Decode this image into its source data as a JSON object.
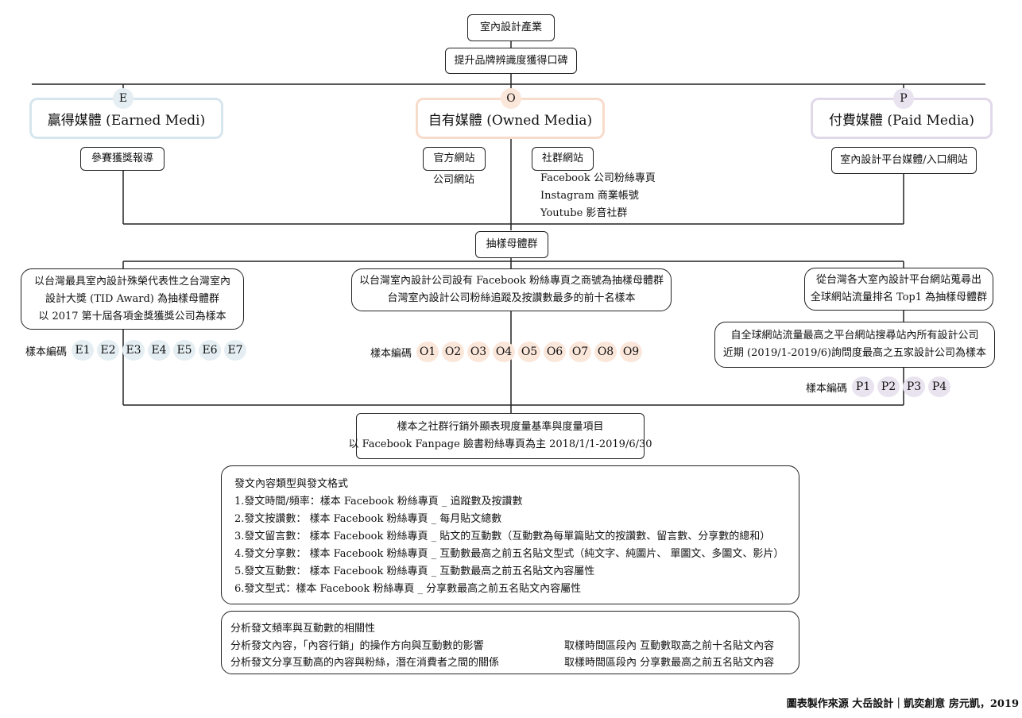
{
  "top": {
    "industry": "室內設計產業",
    "goal": "提升品牌辨識度獲得口碑"
  },
  "media": [
    {
      "letter": "E",
      "label": "贏得媒體  (Earned Medi)",
      "color": "#d6e6ee",
      "letter_bg": "#e4eef3"
    },
    {
      "letter": "O",
      "label": "自有媒體  (Owned Media)",
      "color": "#f8dccb",
      "letter_bg": "#fbe6da"
    },
    {
      "letter": "P",
      "label": "付費媒體  (Paid Media)",
      "color": "#e1d9ea",
      "letter_bg": "#e9e3ef"
    }
  ],
  "channels": {
    "earned": "參賽獲獎報導",
    "owned_site": "官方網站",
    "owned_site_sub": "公司網站",
    "owned_social": "社群網站",
    "owned_social_items": [
      "Facebook  公司粉絲專頁",
      "Instagram  商業帳號",
      "Youtube  影音社群"
    ],
    "paid": "室內設計平台媒體/入口網站"
  },
  "sampling": {
    "title": "抽樣母體群",
    "earned": [
      "以台灣最具室內設計殊榮代表性之台灣室內",
      "設計大獎  (TID Award)  為抽樣母體群",
      "以 2017 第十屆各項金獎獲獎公司為樣本"
    ],
    "owned": [
      "以台灣室內設計公司設有 Facebook 粉絲專頁之商號為抽樣母體群",
      "台灣室內設計公司粉絲追蹤及按讚數最多的前十名樣本"
    ],
    "paid1": [
      "從台灣各大室內設計平台網站蒐尋出",
      "全球網站流量排名 Top1 為抽樣母體群"
    ],
    "paid2": [
      "自全球網站流量最高之平台網站搜尋站內所有設計公司",
      "近期  (2019/1-2019/6)詢問度最高之五家設計公司為樣本"
    ]
  },
  "codes": {
    "label": "樣本編碼",
    "e": [
      "E1",
      "E2",
      "E3",
      "E4",
      "E5",
      "E6",
      "E7"
    ],
    "o": [
      "O1",
      "O2",
      "O3",
      "O4",
      "O5",
      "O6",
      "O7",
      "O8",
      "O9"
    ],
    "p": [
      "P1",
      "P2",
      "P3",
      "P4"
    ]
  },
  "measure": [
    "樣本之社群行銷外顯表現度量基準與度量項目",
    "以 Facebook Fanpage 臉書粉絲專頁為主 2018/1/1-2019/6/30"
  ],
  "content": {
    "title": "發文內容類型與發文格式",
    "items": [
      "1.發文時間/頻率：樣本 Facebook 粉絲專頁 _ 追蹤數及按讚數",
      "2.發文按讚數：     樣本 Facebook 粉絲專頁 _ 每月貼文總數",
      "3.發文留言數：     樣本 Facebook 粉絲專頁 _ 貼文的互動數（互動數為每單篇貼文的按讚數、留言數、分享數的總和）",
      "4.發文分享數：     樣本 Facebook 粉絲專頁 _ 互動數最高之前五名貼文型式（純文字、純圖片、 單圖文、多圖文、影片）",
      "5.發文互動數：     樣本 Facebook 粉絲專頁 _ 互動數最高之前五名貼文內容屬性",
      "6.發文型式：樣本 Facebook 粉絲專頁 _ 分享數最高之前五名貼文內容屬性"
    ]
  },
  "analysis": {
    "title": "分析發文頻率與互動數的相關性",
    "rows": [
      {
        "left": "分析發文內容，「內容行銷」的操作方向與互動數的影響",
        "right": "取樣時間區段內  互動數取高之前十名貼文內容"
      },
      {
        "left": "分析發文分享互動高的內容與粉絲，潛在消費者之間的關係",
        "right": "取樣時間區段內  分享數最高之前五名貼文內容"
      }
    ]
  },
  "credit": "圖表製作來源    大岳設計｜凱奕創意 房元凱，2019"
}
